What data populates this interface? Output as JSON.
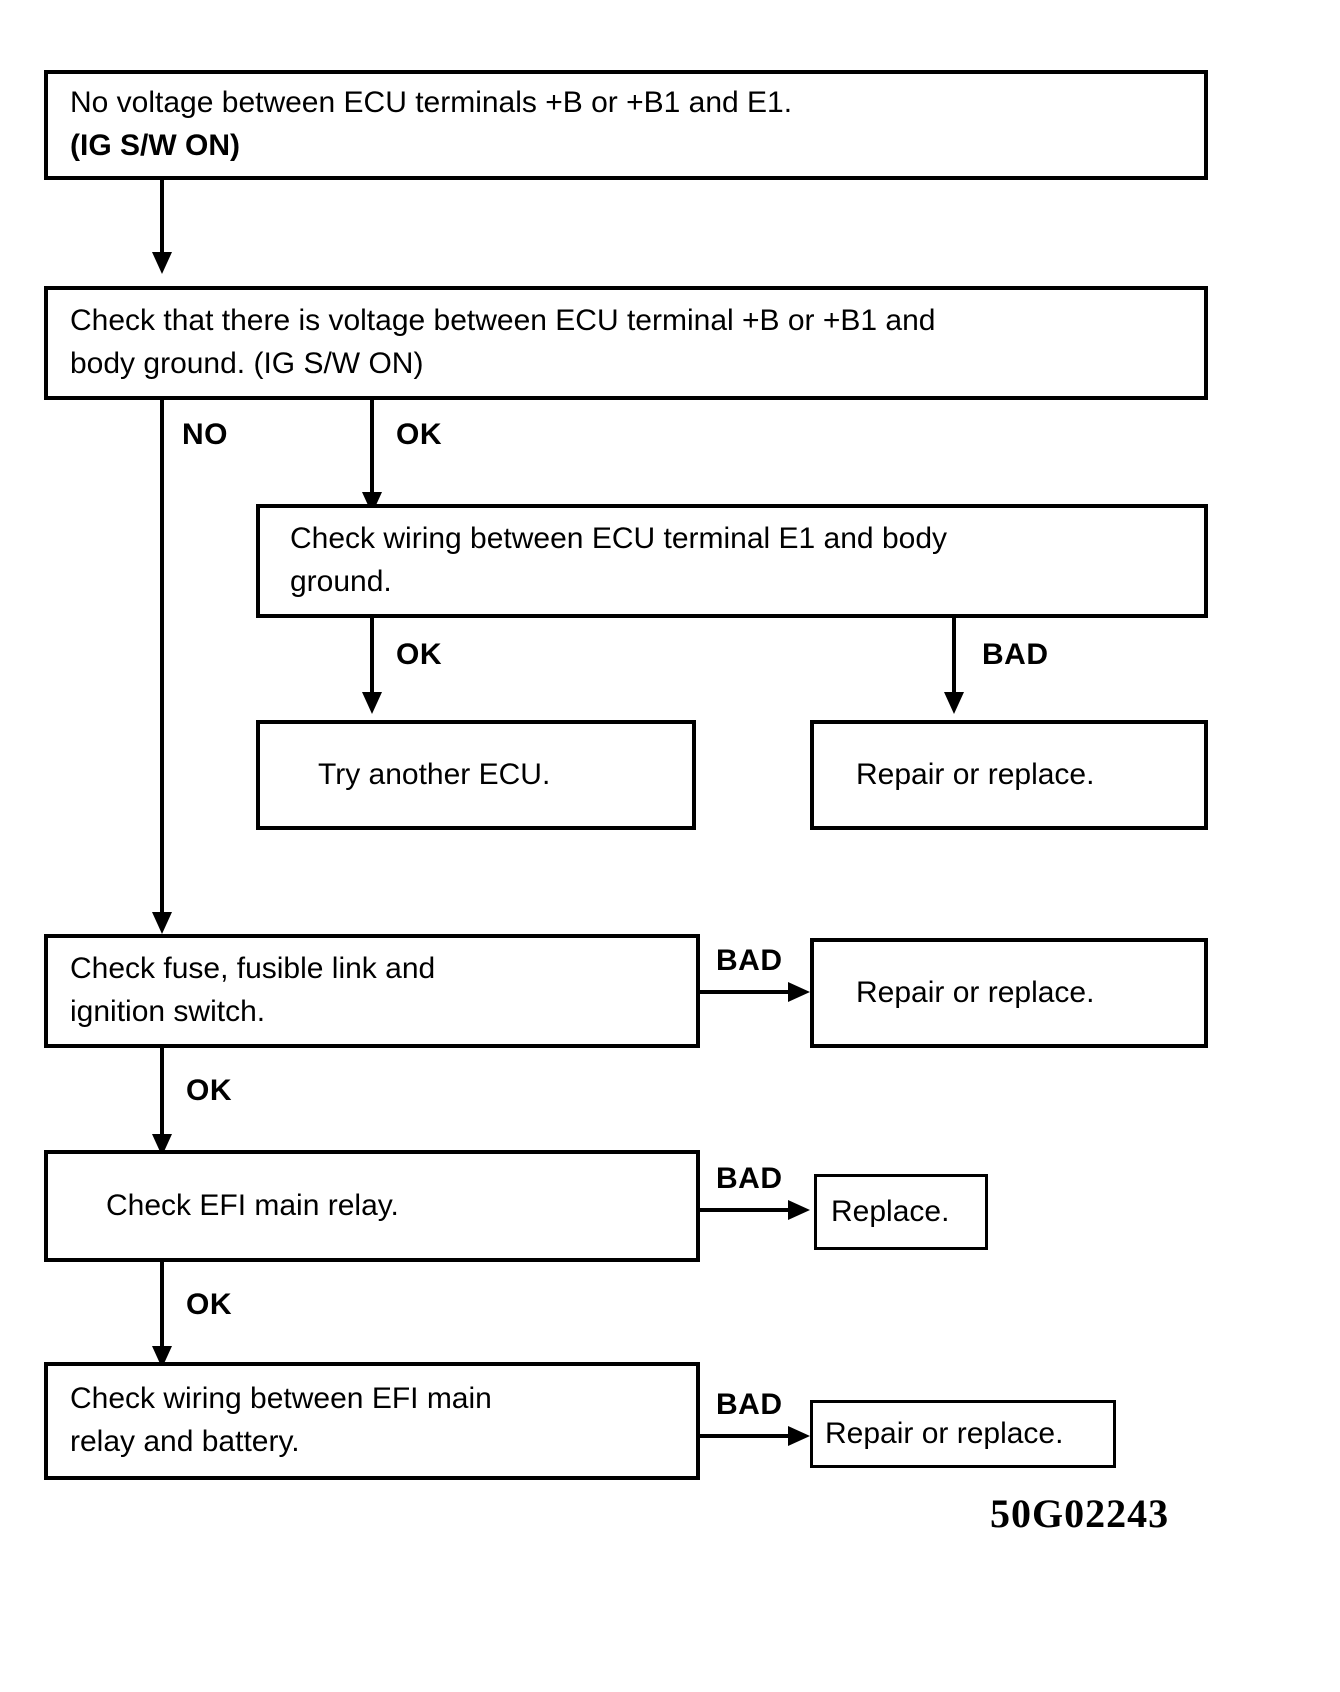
{
  "document": {
    "code": "50G02243"
  },
  "chart_data": {
    "type": "diagram",
    "title": "ECU power supply troubleshooting flowchart",
    "nodes": [
      {
        "id": "n1",
        "lines": [
          "No voltage between ECU terminals +B or +B1 and E1.",
          "(IG S/W ON)"
        ],
        "bold_lines": [
          false,
          true
        ]
      },
      {
        "id": "n2",
        "lines": [
          "Check that there is voltage between ECU terminal +B or +B1 and",
          "body ground. (IG S/W ON)"
        ],
        "bold_lines": [
          false,
          false
        ]
      },
      {
        "id": "n3",
        "lines": [
          "Check wiring between ECU terminal E1 and body",
          "ground."
        ],
        "bold_lines": [
          false,
          false
        ]
      },
      {
        "id": "n4",
        "lines": [
          "Try another ECU."
        ],
        "bold_lines": [
          false
        ]
      },
      {
        "id": "n5",
        "lines": [
          "Repair or replace."
        ],
        "bold_lines": [
          false
        ]
      },
      {
        "id": "n6",
        "lines": [
          "Check fuse, fusible link and",
          "ignition switch."
        ],
        "bold_lines": [
          false,
          false
        ]
      },
      {
        "id": "n7",
        "lines": [
          "Repair or replace."
        ],
        "bold_lines": [
          false
        ]
      },
      {
        "id": "n8",
        "lines": [
          "Check EFI main relay."
        ],
        "bold_lines": [
          false
        ]
      },
      {
        "id": "n9",
        "lines": [
          "Replace."
        ],
        "bold_lines": [
          false
        ]
      },
      {
        "id": "n10",
        "lines": [
          "Check wiring between EFI main",
          "relay and battery."
        ],
        "bold_lines": [
          false,
          false
        ]
      },
      {
        "id": "n11",
        "lines": [
          "Repair or replace."
        ],
        "bold_lines": [
          false
        ]
      }
    ],
    "edge_labels": [
      "NO",
      "OK",
      "OK",
      "BAD",
      "BAD",
      "OK",
      "BAD",
      "OK",
      "BAD"
    ]
  },
  "boxes": {
    "b1_line1": "No voltage between ECU terminals +B or +B1 and E1.",
    "b1_line2": "(IG S/W ON)",
    "b2_line1": "Check that there is voltage between ECU terminal +B or +B1 and",
    "b2_line2": "body ground. (IG S/W ON)",
    "b3_line1": "Check wiring between ECU terminal E1 and body",
    "b3_line2": "ground.",
    "b4_line1": "Try another ECU.",
    "b5_line1": "Repair or replace.",
    "b6_line1": "Check fuse, fusible link and",
    "b6_line2": "ignition switch.",
    "b7_line1": "Repair or replace.",
    "b8_line1": "Check EFI main relay.",
    "b9_line1": "Replace.",
    "b10_line1": "Check wiring between EFI main",
    "b10_line2": "relay and battery.",
    "b11_line1": "Repair or replace."
  },
  "labels": {
    "no_1": "NO",
    "ok_1": "OK",
    "ok_2": "OK",
    "bad_1": "BAD",
    "bad_2": "BAD",
    "ok_3": "OK",
    "bad_3": "BAD",
    "ok_4": "OK",
    "bad_4": "BAD"
  }
}
